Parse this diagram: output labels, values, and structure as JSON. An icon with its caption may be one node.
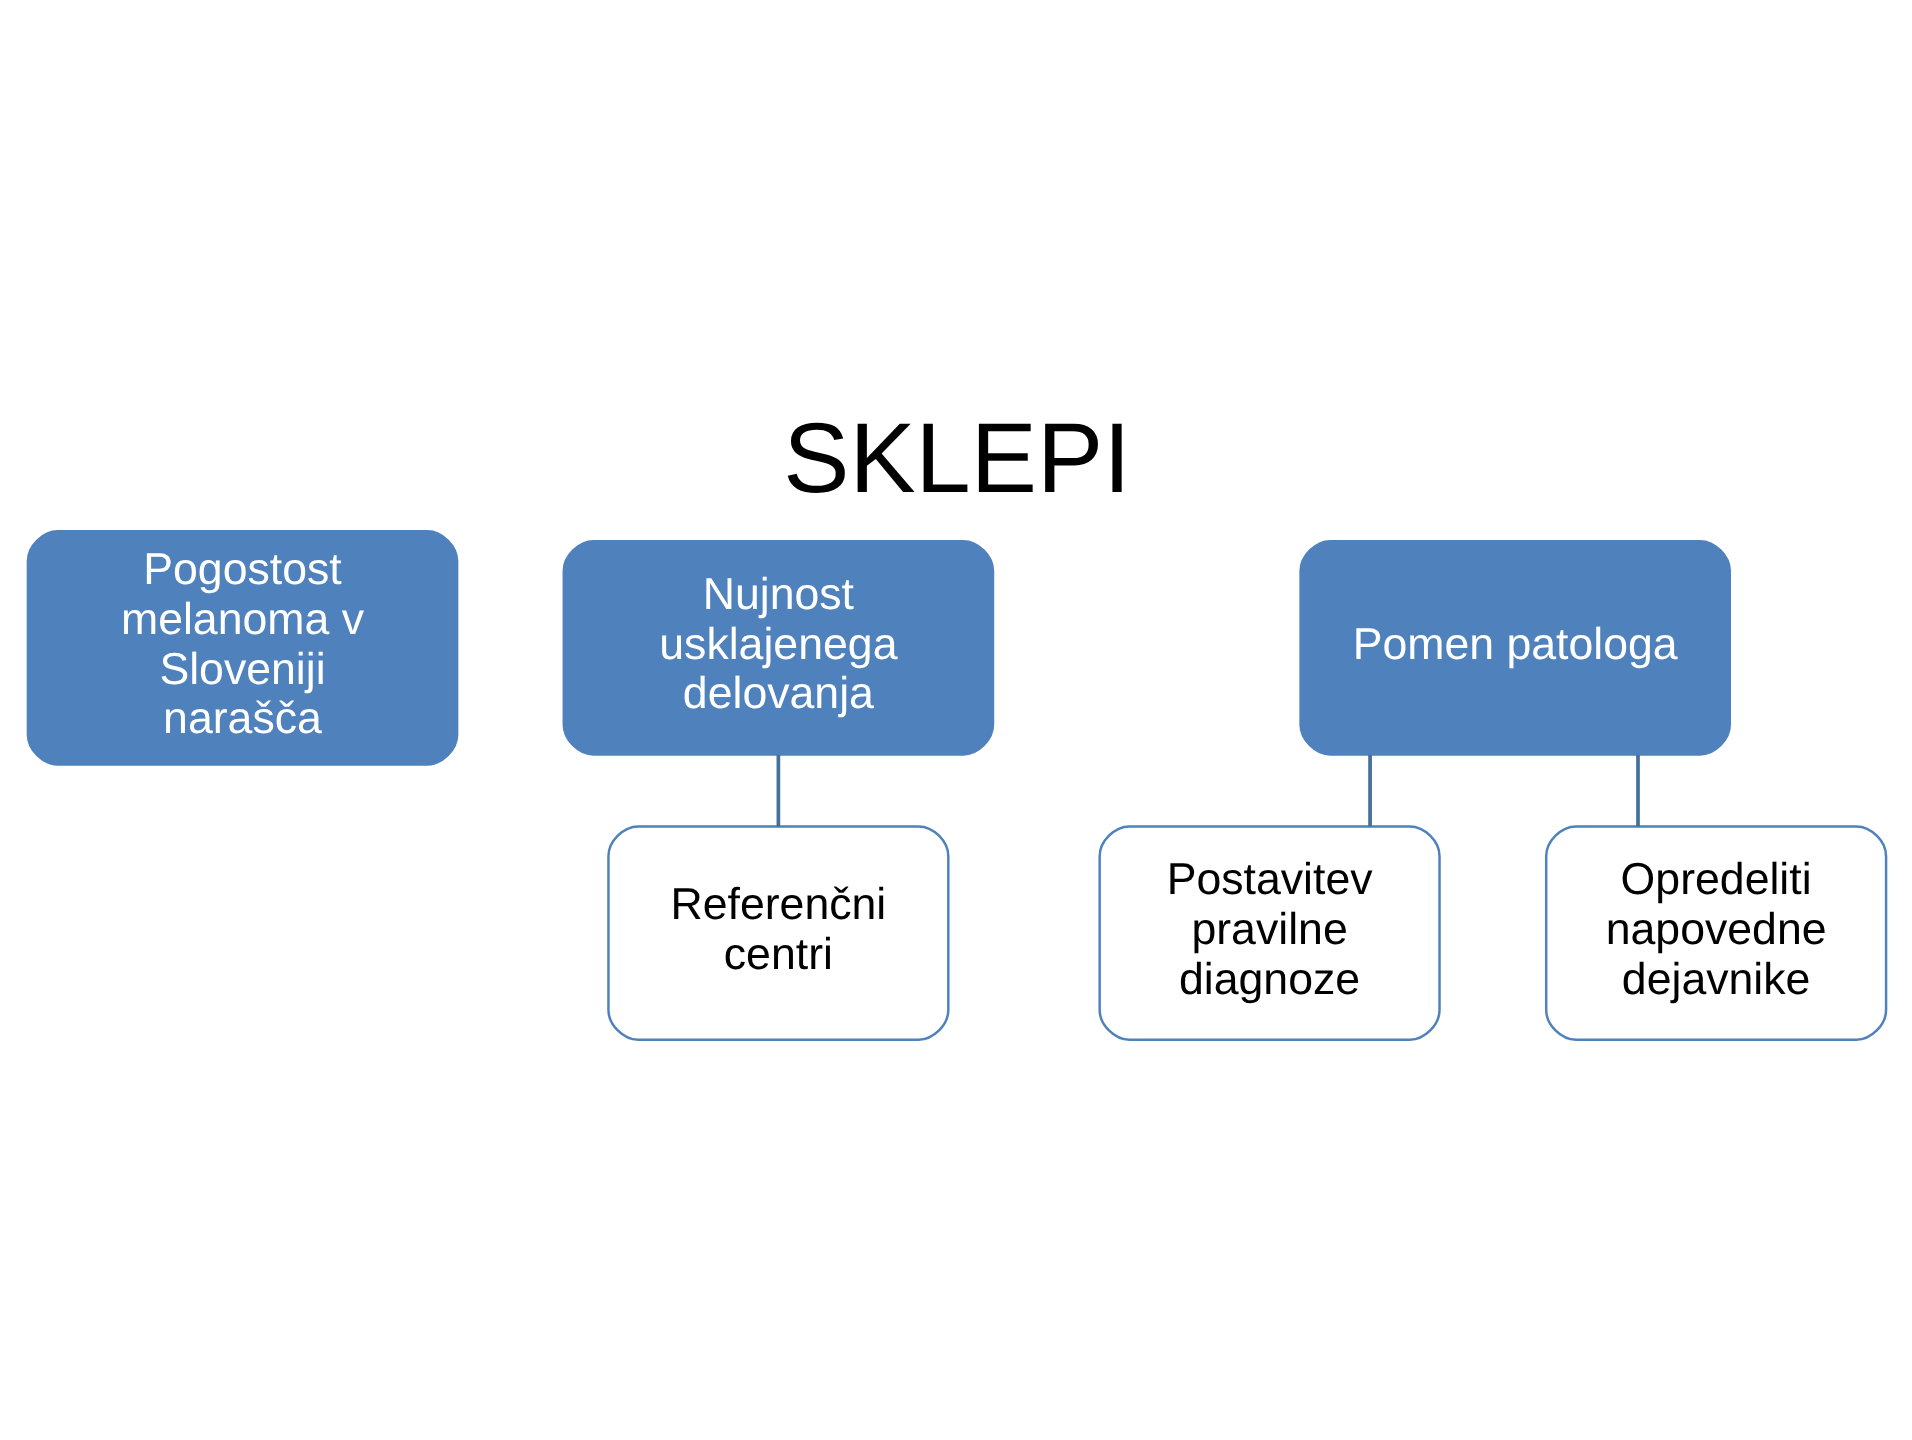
{
  "diagram": {
    "title": "SKLEPI",
    "nodes": [
      {
        "text": [
          "Pogostost melanoma v Sloveniji narašča"
        ]
      },
      {
        "text": [
          "Nujnost usklajenega delovanja"
        ]
      },
      {
        "text": [
          "Pomen patologa"
        ]
      },
      {
        "text": [
          "Referenčni centri"
        ]
      },
      {
        "text": [
          "Postavitev pravilne diagnoze"
        ]
      },
      {
        "text": [
          "Opredeliti napovedne dejavnike"
        ]
      }
    ],
    "edges": [
      {
        "from": 1,
        "to": 3,
        "arrow": "none"
      },
      {
        "from": 2,
        "to": 4,
        "arrow": "none"
      },
      {
        "from": 2,
        "to": 5,
        "arrow": "none"
      }
    ]
  }
}
